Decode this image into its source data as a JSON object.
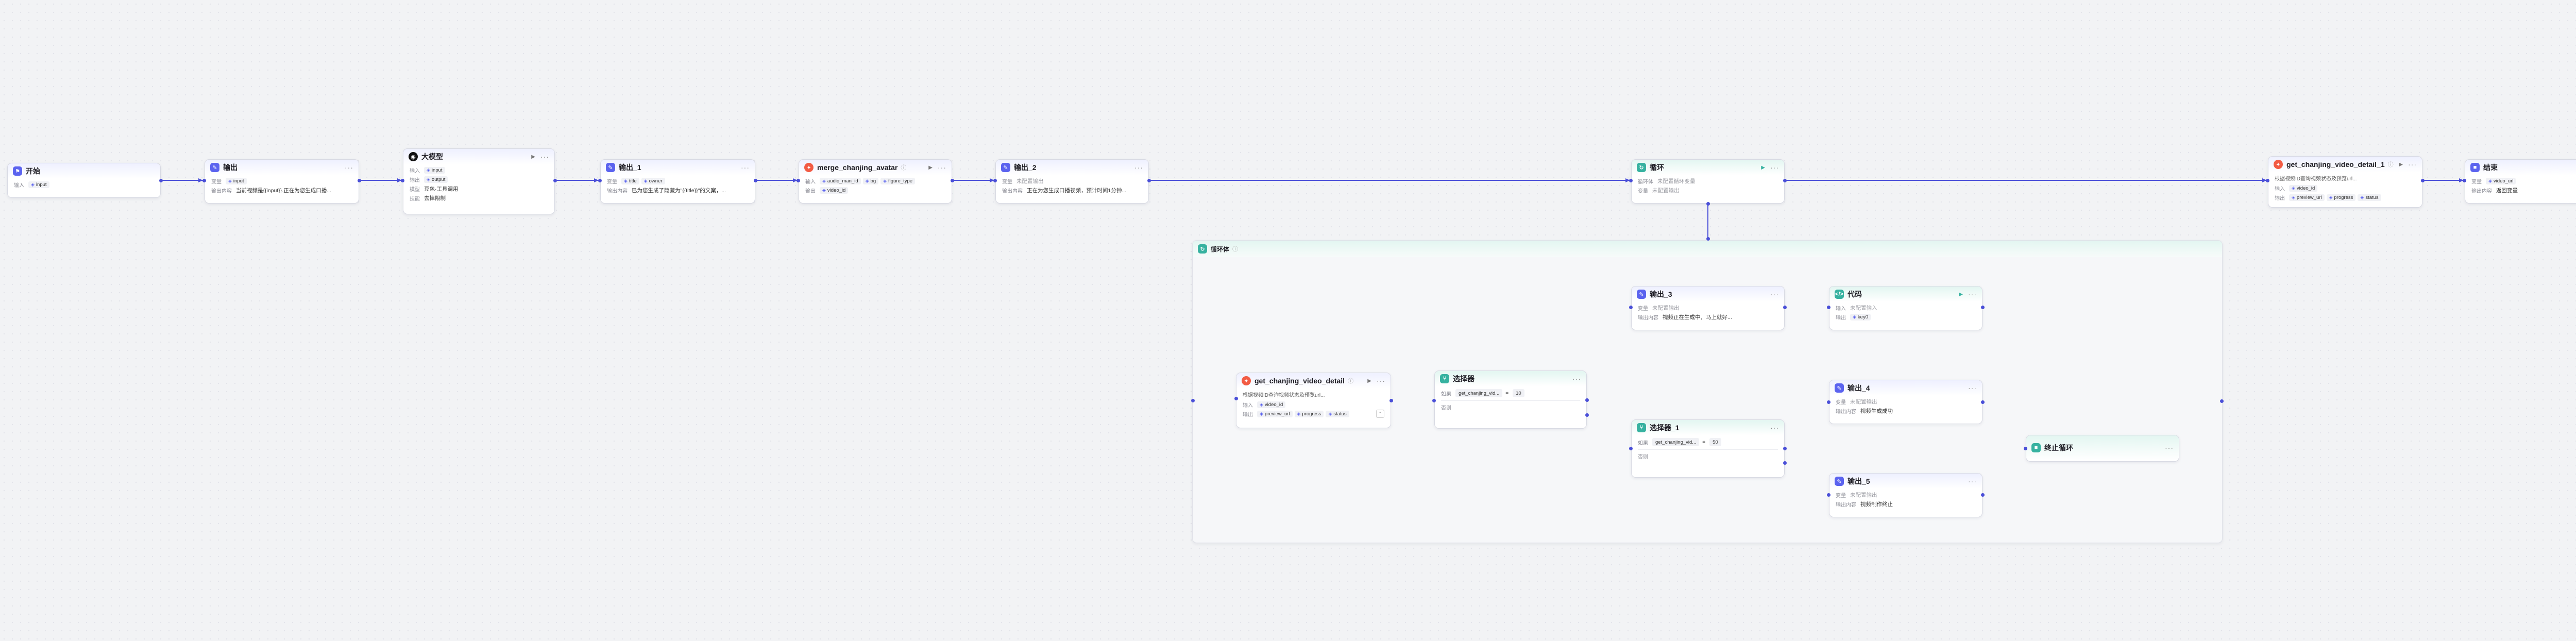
{
  "nodes": {
    "start": {
      "title": "开始",
      "input_label": "输入",
      "input_var": "input"
    },
    "output": {
      "title": "输出",
      "var_label": "变量",
      "var_value": "input",
      "content_label": "输出内容",
      "content": "当前视频是{{input}}.正在为您生成口播..."
    },
    "llm": {
      "title": "大模型",
      "input_label": "输入",
      "input_var": "input",
      "output_label": "输出",
      "output_var": "output",
      "model_label": "模型",
      "model_value": "豆包·工具调用",
      "skill_label": "技能",
      "skill_value": "去掉限制"
    },
    "output1": {
      "title": "输出_1",
      "var_label": "变量",
      "var1": "title",
      "var2": "owner",
      "content_label": "输出内容",
      "content": "已为您生成了隐藏为\"{{title}}\"的文案，..."
    },
    "merge": {
      "title": "merge_chanjing_avatar",
      "input_label": "输入",
      "in1": "audio_man_id",
      "in2": "bg",
      "in3": "figure_type",
      "output_label": "输出",
      "out1": "video_id"
    },
    "output2": {
      "title": "输出_2",
      "var_label": "变量",
      "var_value": "未配置输出",
      "content_label": "输出内容",
      "content": "正在为您生成口播视频，预计时间1分钟..."
    },
    "loop": {
      "title": "循环",
      "line1_label": "循环体",
      "line1": "未配置循环变量",
      "line2_label": "变量",
      "line2": "未配置输出"
    },
    "detail1": {
      "title": "get_chanjing_video_detail_1",
      "desc": "根据视频ID查询视频状态及预览url...",
      "input_label": "输入",
      "in1": "video_id",
      "output_label": "输出",
      "out1": "preview_url",
      "out2": "progress",
      "out3": "status"
    },
    "end": {
      "title": "结束",
      "var_label": "变量",
      "var_value": "video_url",
      "content_label": "输出内容",
      "content": "返回变量"
    },
    "loopbody": {
      "title": "循环体"
    },
    "detail": {
      "title": "get_chanjing_video_detail",
      "desc": "根据视频ID查询视频状态及预览url...",
      "input_label": "输入",
      "in1": "video_id",
      "output_label": "输出",
      "out1": "preview_url",
      "out2": "progress",
      "out3": "status"
    },
    "selector": {
      "title": "选择器",
      "if_label": "如果",
      "var": "get_chanjing_vid...",
      "op": "=",
      "value": "10",
      "else_label": "否则"
    },
    "selector1": {
      "title": "选择器_1",
      "if_label": "如果",
      "var": "get_chanjing_vid...",
      "op": "=",
      "value": "50",
      "else_label": "否则"
    },
    "output3": {
      "title": "输出_3",
      "var_label": "变量",
      "var_value": "未配置输出",
      "content_label": "输出内容",
      "content": "视频正在生成中，马上就好..."
    },
    "code": {
      "title": "代码",
      "input_label": "输入",
      "input": "未配置输入",
      "output_label": "输出",
      "output": "key0"
    },
    "output4": {
      "title": "输出_4",
      "var_label": "变量",
      "var_value": "未配置输出",
      "content_label": "输出内容",
      "content": "视频生成成功"
    },
    "output5": {
      "title": "输出_5",
      "var_label": "变量",
      "var_value": "未配置输出",
      "content_label": "输出内容",
      "content": "视频制作终止"
    },
    "stoploop": {
      "title": "终止循环"
    }
  },
  "colors": {
    "edge": "#4a4fd8",
    "accent_blue": "#5b63ef",
    "accent_teal": "#36b2a0",
    "plugin_red": "#f25b44"
  },
  "icons": {
    "start": "flag-icon",
    "output": "message-icon",
    "llm": "model-icon",
    "plugin": "plugin-icon",
    "loop": "loop-icon",
    "selector": "branch-icon",
    "code": "code-icon",
    "end": "end-icon",
    "stop": "stop-icon"
  }
}
